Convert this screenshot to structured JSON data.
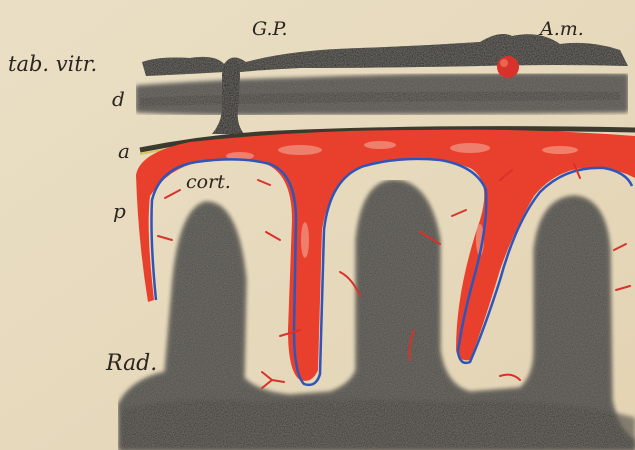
{
  "labels": {
    "gp": "G.P.",
    "am": "A.m.",
    "tab_vitr": "tab. vitr.",
    "d": "d",
    "a": "a",
    "cort": "cort.",
    "p": "p",
    "rad": "Rad."
  },
  "colors": {
    "paper": "#e9dcc0",
    "bone": "#4d4a45",
    "bone_dark": "#2c2a27",
    "artery": "#e8402c",
    "vein_line": "#2f55b8",
    "nodule": "#d8322a"
  }
}
